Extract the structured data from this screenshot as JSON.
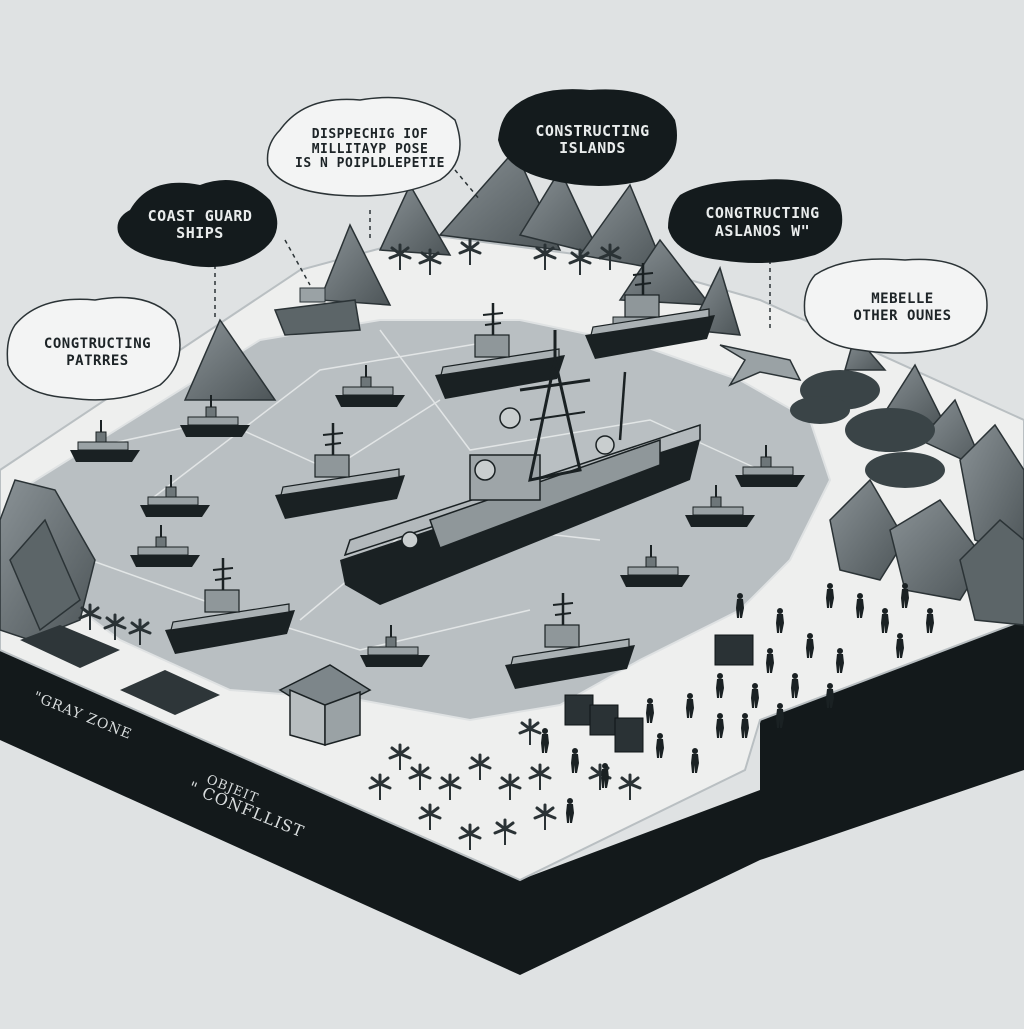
{
  "callouts": {
    "coast_guard": {
      "line1": "COAST GUARD",
      "line2": "SHIPS"
    },
    "dispatching": {
      "line1": "DISPPECHIG IOF",
      "line2": "MILLITAYP POSE",
      "line3": "IS N POIPLDLEPETIE"
    },
    "constructing_islands_top": {
      "line1": "CONSTRUCTING",
      "line2": "ISLANDS"
    },
    "constructing_islands_right": {
      "line1": "CONGTRUCTING",
      "line2": "ASLANOS W\""
    },
    "constructing_patrols": {
      "line1": "CONGTRUCTING",
      "line2": "PATRRES"
    },
    "mobile_other": {
      "line1": "MEBELLE",
      "line2": "OTHER OUNES"
    }
  },
  "edge_labels": {
    "gray_zone": "\"GRAY ZONE",
    "conflict_line1": "OBJEIT",
    "conflict_line2": "\" CONFLLIST"
  },
  "colors": {
    "background": "#dfe2e3",
    "water": "#b9bfc2",
    "sand": "#eeefee",
    "dark_bubble": "#141b1d",
    "base_edge": "#13191b",
    "ship_hull": "#1a2123",
    "ship_deck": "#9aa2a5",
    "rock": "#6d7679",
    "foliage": "#3a4447"
  }
}
